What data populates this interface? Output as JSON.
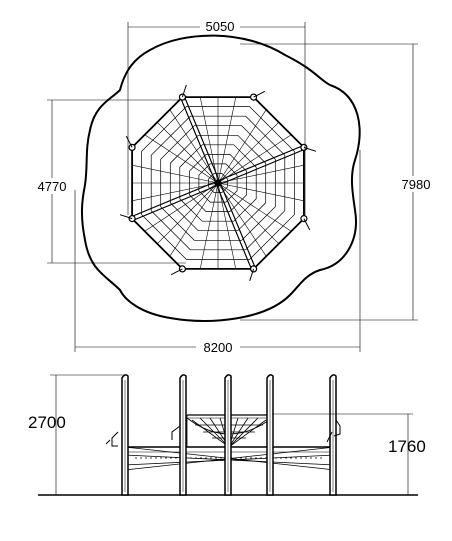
{
  "plan_view": {
    "dim_top": "5050",
    "dim_left": "4770",
    "dim_right": "7980",
    "dim_bottom": "8200"
  },
  "elevation_view": {
    "dim_total_height": "2700",
    "dim_net_height": "1760"
  }
}
